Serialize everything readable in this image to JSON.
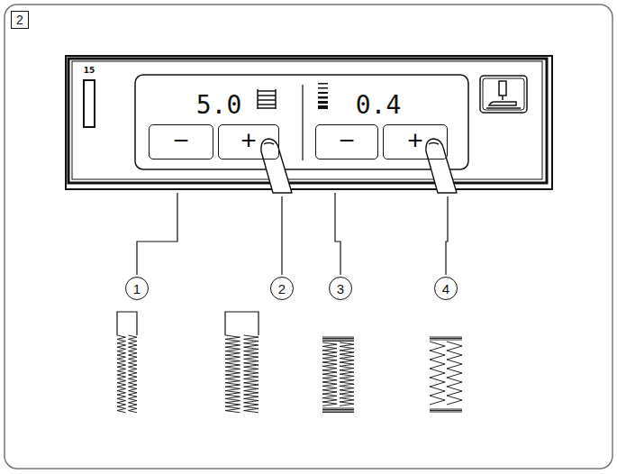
{
  "diagram": {
    "nodes": [
      {
        "text": [
          "2"
        ]
      },
      {
        "text": [
          "−"
        ]
      },
      {
        "text": [
          "+"
        ]
      },
      {
        "text": [
          "−"
        ]
      },
      {
        "text": [
          "+"
        ]
      },
      {
        "text": [
          "1"
        ]
      },
      {
        "text": [
          "2"
        ]
      },
      {
        "text": [
          "3"
        ]
      },
      {
        "text": [
          "4"
        ]
      }
    ],
    "labels": [
      "15",
      "5.0",
      "0.4"
    ]
  }
}
